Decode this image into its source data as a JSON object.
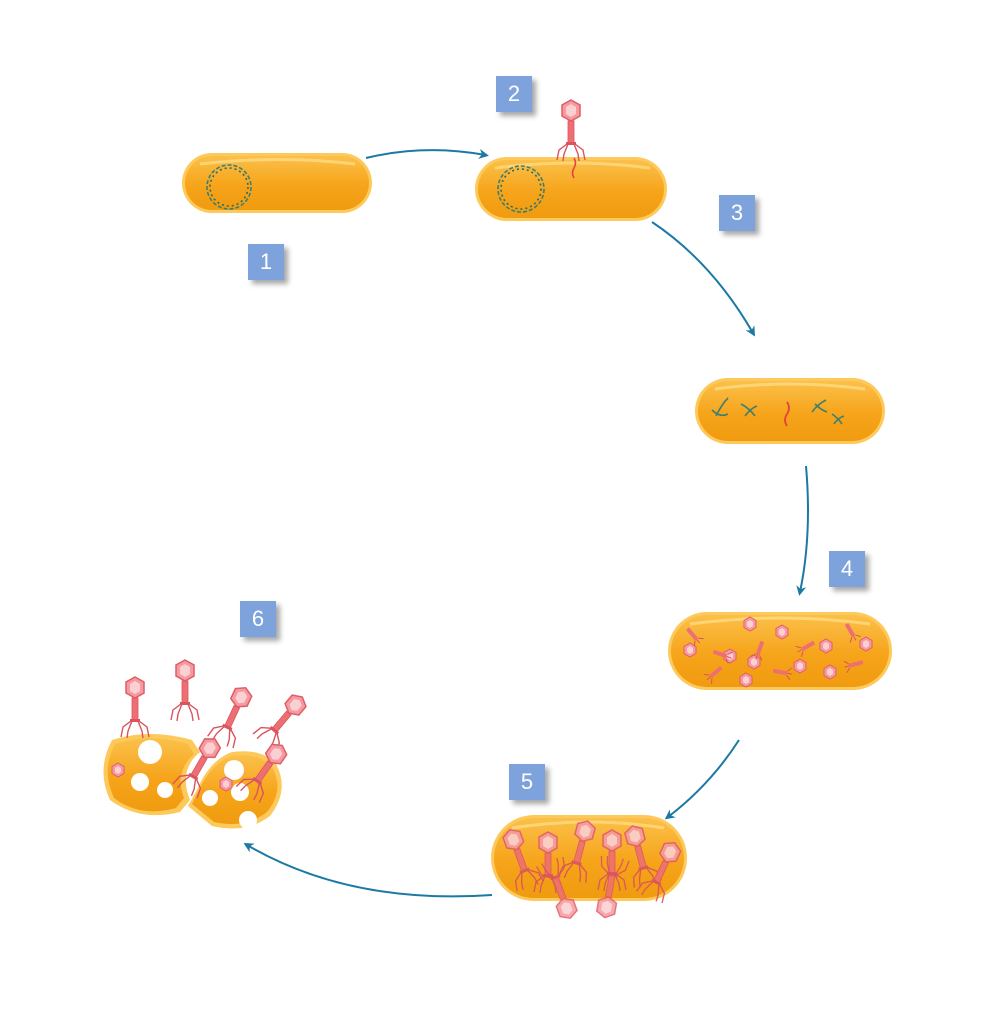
{
  "steps": [
    {
      "id": "1",
      "label": "1"
    },
    {
      "id": "2",
      "label": "2"
    },
    {
      "id": "3",
      "label": "3"
    },
    {
      "id": "4",
      "label": "4"
    },
    {
      "id": "5",
      "label": "5"
    },
    {
      "id": "6",
      "label": "6"
    }
  ],
  "colors": {
    "cell_fill": "#f7a91c",
    "cell_rim": "#fcc95a",
    "cell_highlight": "#ffe08a",
    "phage": "#ee6f73",
    "phage_head": "#f59aa0",
    "bacterial_dna": "#3f7f6e",
    "viral_dna": "#e4423a",
    "arrow": "#1b79a3",
    "badge": "#7ea2dc"
  },
  "icons": [
    "bacterium-icon",
    "bacteriophage-icon",
    "dna-icon",
    "cycle-arrow-icon"
  ]
}
